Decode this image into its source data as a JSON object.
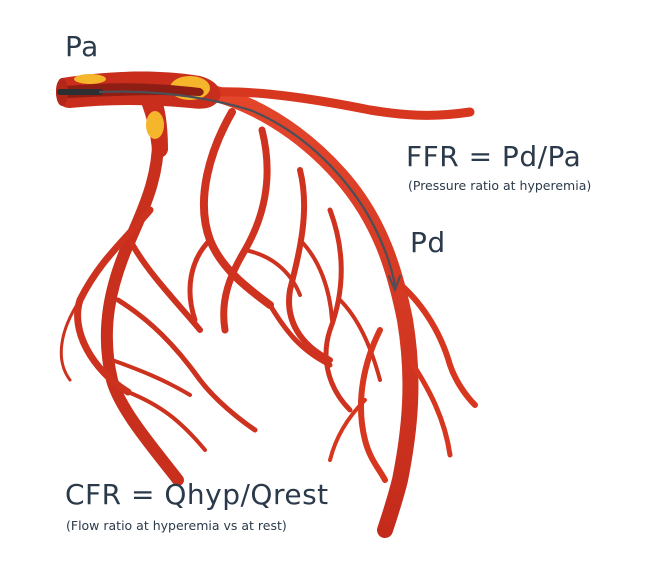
{
  "labels": {
    "pa": "Pa",
    "pd": "Pd",
    "ffr_formula": "FFR = Pd/Pa",
    "ffr_note": "(Pressure ratio at hyperemia)",
    "cfr_formula": "CFR = Qhyp/Qrest",
    "cfr_note": "(Flow ratio at hyperemia vs at rest)"
  },
  "colors": {
    "artery": "#d8361f",
    "artery_dark": "#a9251a",
    "plaque": "#f6b62b",
    "wire": "#4a4f58",
    "text": "#2b3a4a"
  }
}
